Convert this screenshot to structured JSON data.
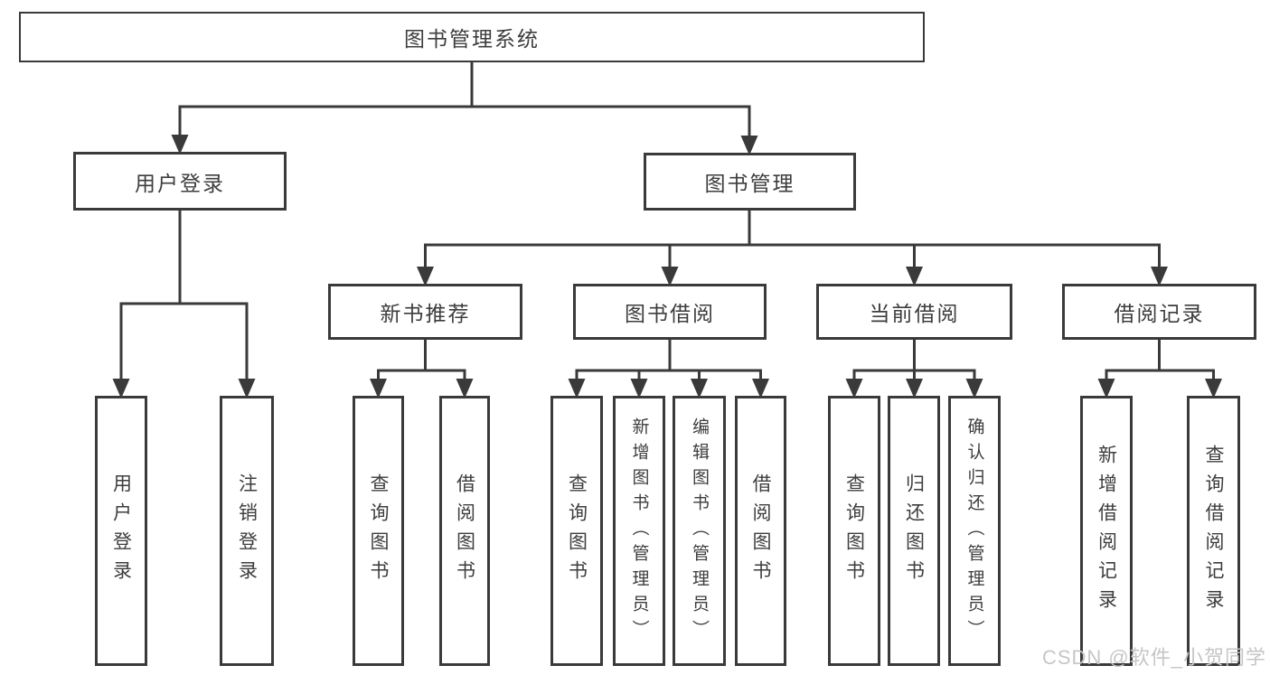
{
  "diagram": {
    "root": {
      "label": "图书管理系统"
    },
    "branches": [
      {
        "label": "用户登录",
        "children": [
          {
            "label": "用户登录"
          },
          {
            "label": "注销登录"
          }
        ]
      },
      {
        "label": "图书管理",
        "children": [
          {
            "label": "新书推荐",
            "children": [
              {
                "label": "查询图书"
              },
              {
                "label": "借阅图书"
              }
            ]
          },
          {
            "label": "图书借阅",
            "children": [
              {
                "label": "查询图书"
              },
              {
                "label": "新增图书（管理员）"
              },
              {
                "label": "编辑图书（管理员）"
              },
              {
                "label": "借阅图书"
              }
            ]
          },
          {
            "label": "当前借阅",
            "children": [
              {
                "label": "查询图书"
              },
              {
                "label": "归还图书"
              },
              {
                "label": "确认归还（管理员）"
              }
            ]
          },
          {
            "label": "借阅记录",
            "children": [
              {
                "label": "新增借阅记录"
              },
              {
                "label": "查询借阅记录"
              }
            ]
          }
        ]
      }
    ]
  },
  "watermark": {
    "text": "CSDN @软件_小贺同学"
  },
  "colors": {
    "line": "#3a3a3a",
    "text": "#3d3d3d",
    "watermark": "#c6c6c6",
    "background": "#ffffff"
  }
}
